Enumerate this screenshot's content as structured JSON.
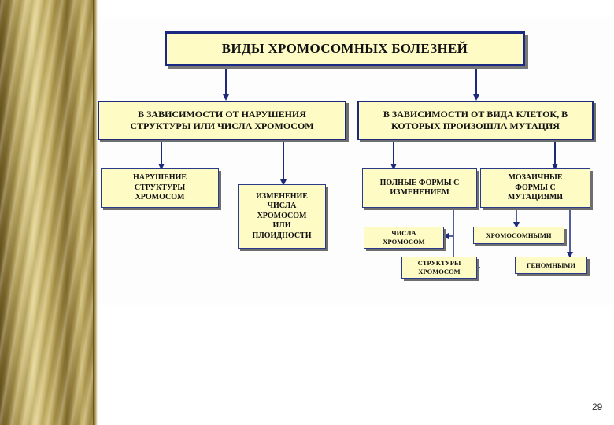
{
  "title": "ВИДЫ ХРОМОСОМНЫХ БОЛЕЗНЕЙ",
  "branch_left": "В ЗАВИСИМОСТИ ОТ НАРУШЕНИЯ СТРУКТУРЫ ИЛИ ЧИСЛА ХРОМОСОМ",
  "branch_right": "В ЗАВИСИМОСТИ ОТ ВИДА КЛЕТОК, В КОТОРЫХ ПРОИЗОШЛА МУТАЦИЯ",
  "node_structure": "НАРУШЕНИЕ СТРУКТУРЫ ХРОМОСОМ",
  "node_number": "ИЗМЕНЕНИЕ ЧИСЛА ХРОМОСОМ ИЛИ ПЛОИДНОСТИ",
  "node_full": "ПОЛНЫЕ ФОРМЫ С ИЗМЕНЕНИЕМ",
  "node_mosaic": "МОЗАИЧНЫЕ ФОРМЫ С МУТАЦИЯМИ",
  "leaf_full_number": "ЧИСЛА ХРОМОСОМ",
  "leaf_full_structure": "СТРУКТУРЫ ХРОМОСОМ",
  "leaf_mosaic_chromosomal": "ХРОМОСОМНЫМИ",
  "leaf_mosaic_genomic": "ГЕНОМНЫМИ",
  "page_number": "29"
}
